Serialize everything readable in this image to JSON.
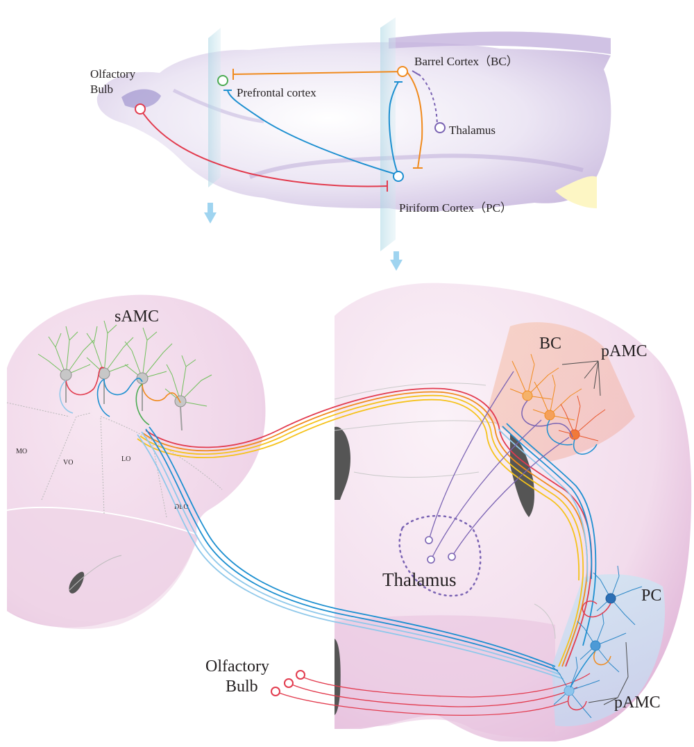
{
  "sagittal": {
    "olfactory_bulb": [
      "Olfactory",
      "Bulb"
    ],
    "prefrontal": "Prefrontal cortex",
    "barrel": "Barrel Cortex（BC）",
    "thalamus": "Thalamus",
    "piriform": "Piriform Cortex（PC）"
  },
  "coronal_front": {
    "title": "sAMC",
    "regions": [
      "MO",
      "VO",
      "LO",
      "DLO"
    ]
  },
  "coronal_back": {
    "bc": "BC",
    "pamc_top": "pAMC",
    "thalamus": "Thalamus",
    "pc": "PC",
    "pamc_bottom": "pAMC",
    "olfactory_bulb": [
      "Olfactory",
      "Bulb"
    ]
  },
  "colors": {
    "orange": "#f08a1c",
    "blue": "#1c8fd0",
    "light_blue": "#8fc8ea",
    "red": "#e23a4d",
    "yellow": "#f5c21a",
    "purple": "#7a63b3",
    "green": "#4bab52",
    "arrow": "#9fd4f0"
  },
  "icons": [
    "down-arrow-icon",
    "down-arrow-icon"
  ]
}
